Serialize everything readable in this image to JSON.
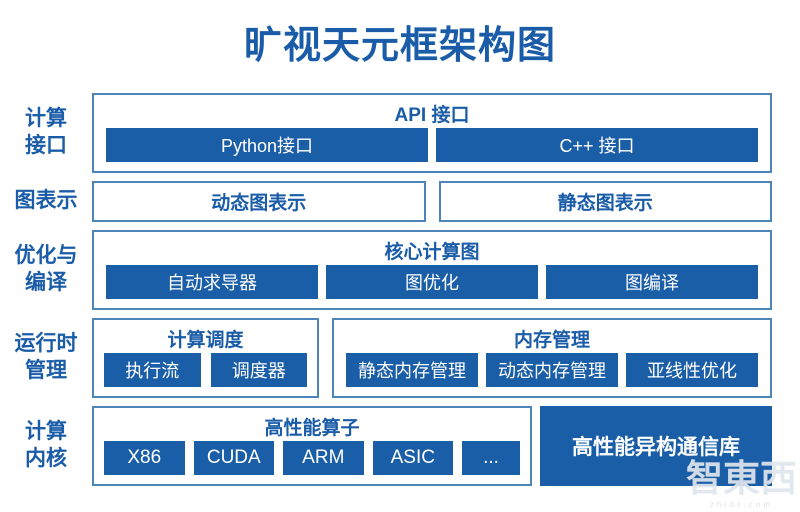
{
  "title": "旷视天元框架构图",
  "colors": {
    "primary_blue": "#1a5ca8",
    "box_fill": "#1b5ea8",
    "box_border": "#4d85bb"
  },
  "rows": [
    {
      "id": "interface",
      "label": [
        "计算",
        "接口"
      ],
      "header": "API 接口",
      "items": [
        "Python接口",
        "C++ 接口"
      ]
    },
    {
      "id": "graph",
      "label": [
        "图表示"
      ],
      "items": [
        "动态图表示",
        "静态图表示"
      ]
    },
    {
      "id": "compile",
      "label": [
        "优化与",
        "编译"
      ],
      "header": "核心计算图",
      "items": [
        "自动求导器",
        "图优化",
        "图编译"
      ]
    },
    {
      "id": "runtime",
      "label": [
        "运行时",
        "管理"
      ],
      "groups": [
        {
          "header": "计算调度",
          "items": [
            "执行流",
            "调度器"
          ]
        },
        {
          "header": "内存管理",
          "items": [
            "静态内存管理",
            "动态内存管理",
            "亚线性优化"
          ]
        }
      ]
    },
    {
      "id": "kernel",
      "label": [
        "计算",
        "内核"
      ],
      "group": {
        "header": "高性能算子",
        "items": [
          "X86",
          "CUDA",
          "ARM",
          "ASIC",
          "..."
        ]
      },
      "solid": "高性能异构通信库"
    }
  ],
  "watermark": {
    "logo": "智東西",
    "caption": "zhidx.com"
  }
}
